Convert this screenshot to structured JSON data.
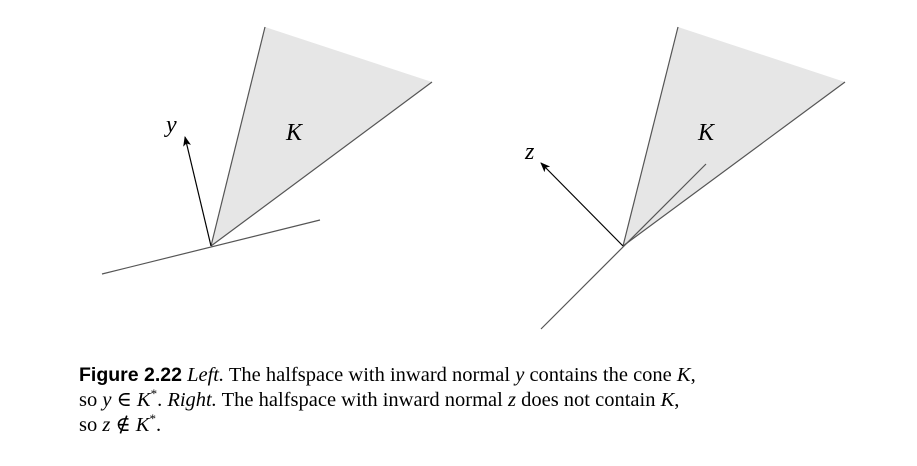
{
  "figure": {
    "left_panel": {
      "cone_label": "K",
      "normal_label": "y"
    },
    "right_panel": {
      "cone_label": "K",
      "normal_label": "z"
    },
    "colors": {
      "cone_fill": "#e6e6e6",
      "line": "#555555",
      "arrow": "#000000"
    }
  },
  "caption": {
    "figure_label": "Figure 2.22",
    "left_word": "Left.",
    "left_text_1": " The halfspace with inward normal ",
    "y": "y",
    "left_text_2": " contains the cone ",
    "K": "K",
    "period": ",",
    "so_word": "so ",
    "element_of": " ∈ ",
    "star": "*",
    "dot": ". ",
    "right_word": "Right.",
    "right_text_1": " The halfspace with inward normal ",
    "z": "z",
    "right_text_2": " does not contain ",
    "not_element_of": " ∉ ",
    "final_dot": "."
  }
}
